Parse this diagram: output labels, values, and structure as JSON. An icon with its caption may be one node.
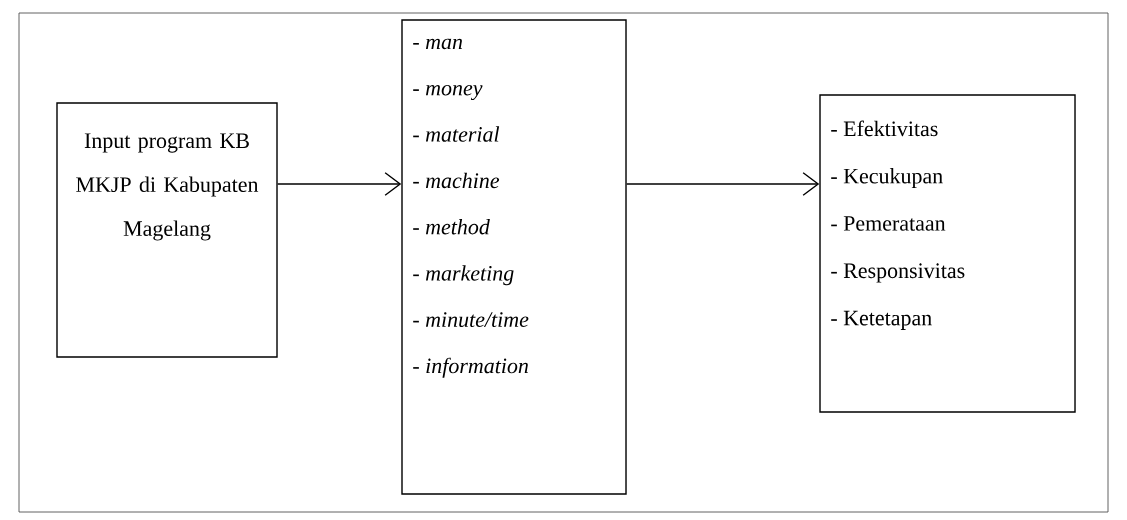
{
  "diagram": {
    "nodes": [
      {
        "text": [
          "Input program KB MKJP di Kabupaten Magelang"
        ]
      },
      {
        "text": [
          "- *man*",
          "- *money*",
          "- *material*",
          "- *machine*",
          "- *method*",
          "- *marketing*",
          "- *minute/time*",
          "- *information*"
        ]
      },
      {
        "text": [
          "- Efektivitas",
          "- Kecukupan",
          "- Pemerataan",
          "- Responsivitas",
          "- Ketetapan"
        ]
      }
    ],
    "edges": [
      {
        "from": 0,
        "to": 1,
        "arrow": "to"
      },
      {
        "from": 1,
        "to": 2,
        "arrow": "to"
      }
    ]
  }
}
